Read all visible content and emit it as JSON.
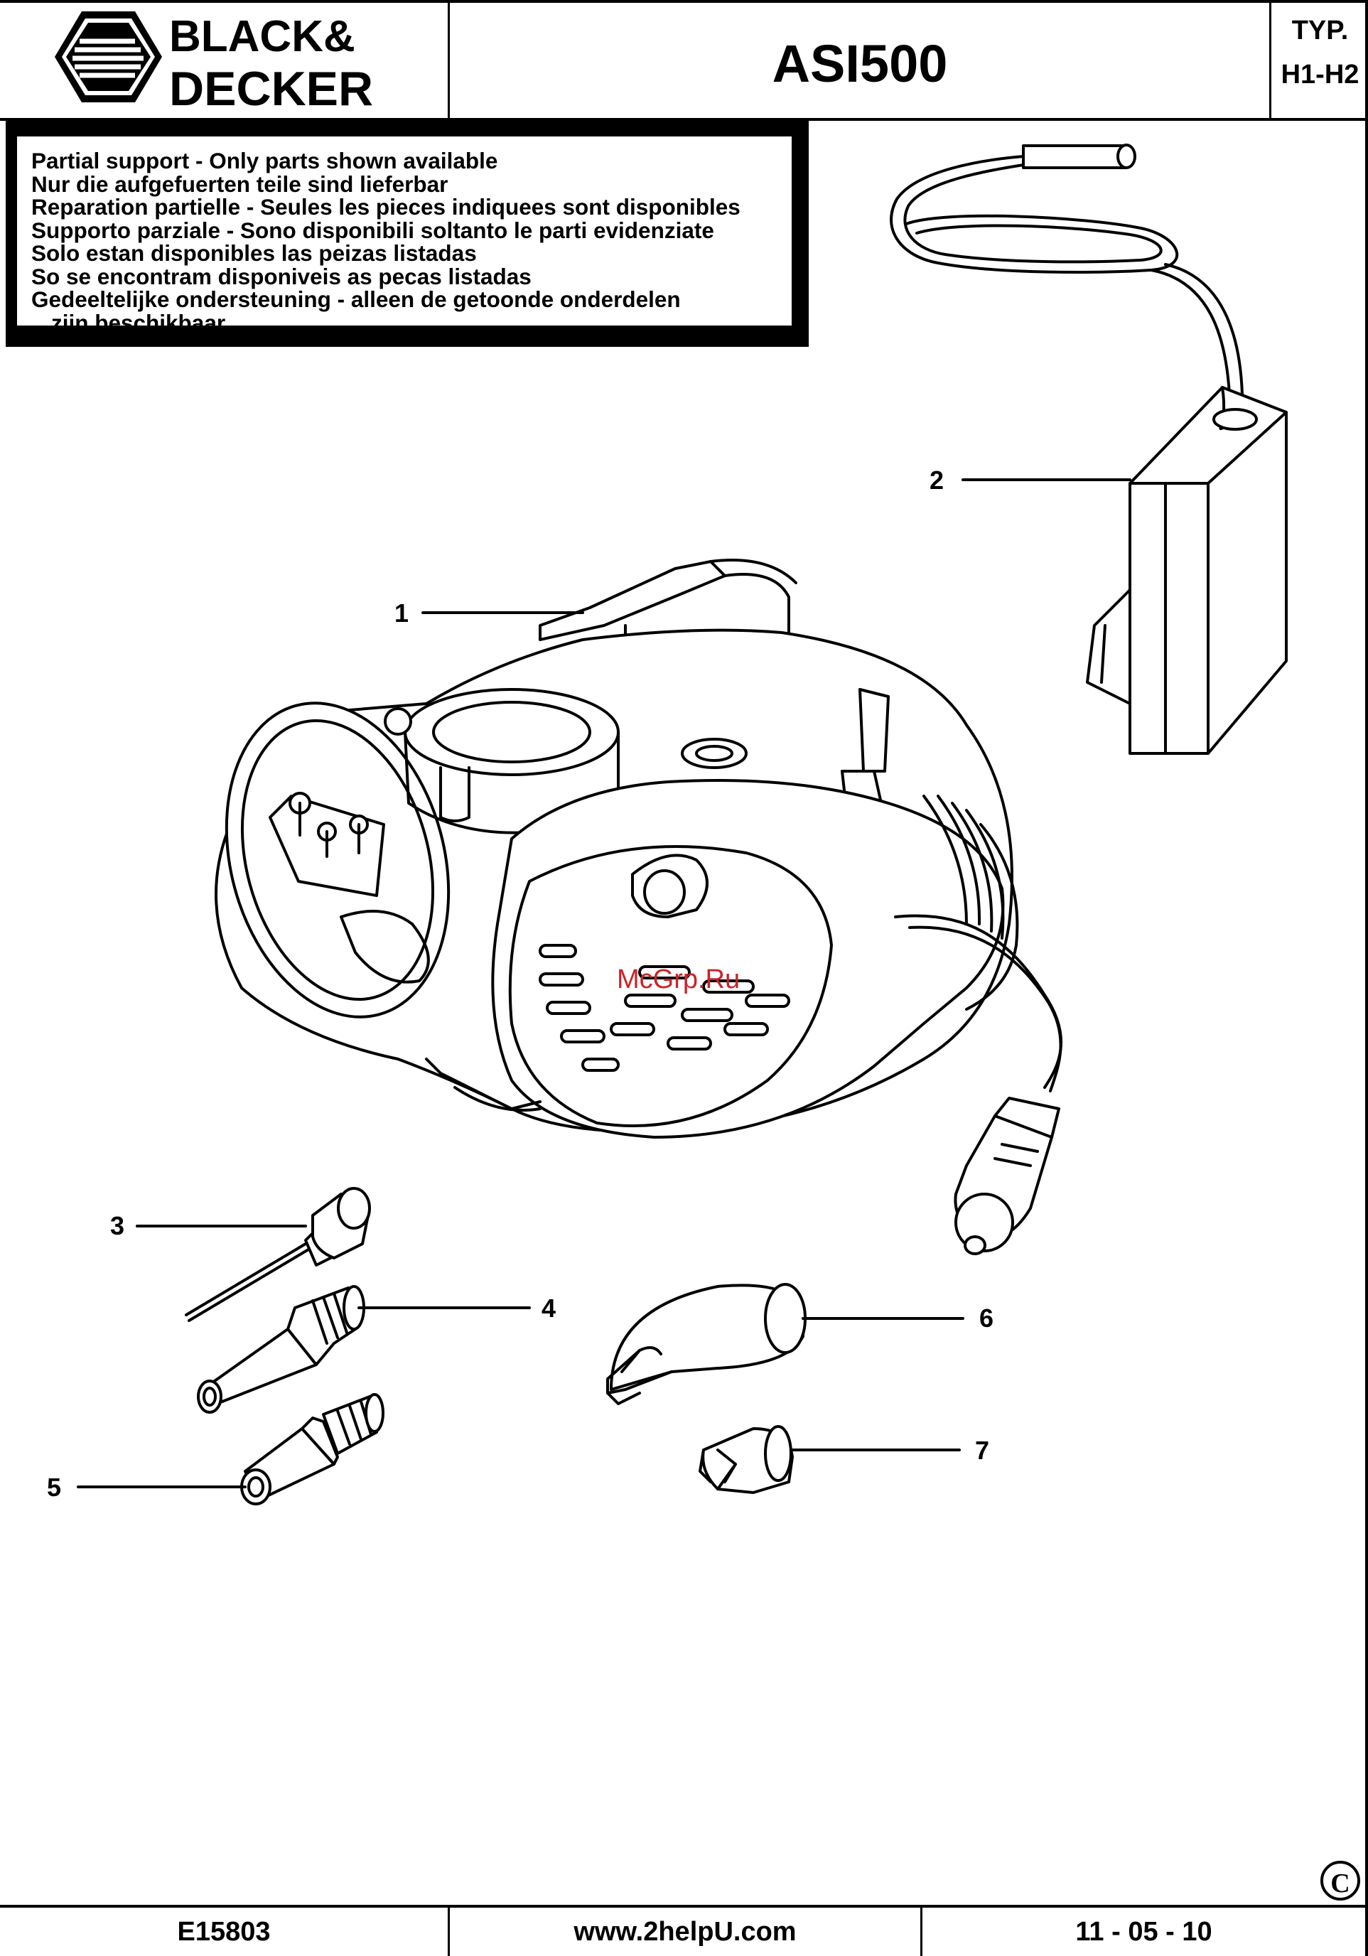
{
  "header": {
    "brand_line1": "BLACK&",
    "brand_line2": "DECKER",
    "model": "ASI500",
    "type_label": "TYP.",
    "type_value": "H1-H2"
  },
  "notice": {
    "lines": [
      "Partial support - Only parts shown available",
      "Nur die aufgefuerten teile sind lieferbar",
      "Reparation partielle - Seules les pieces indiquees sont disponibles",
      "Supporto parziale - Sono disponibili soltanto le parti evidenziate",
      "Solo estan disponibles las peizas listadas",
      "So se encontram disponiveis as pecas listadas",
      "Gedeeltelijke ondersteuning - alleen de getoonde onderdelen",
      "zijn beschikbaar"
    ]
  },
  "parts": [
    {
      "number": "1",
      "name": "compressor-body"
    },
    {
      "number": "2",
      "name": "power-adapter"
    },
    {
      "number": "3",
      "name": "needle-adapter"
    },
    {
      "number": "4",
      "name": "cone-nozzle-long"
    },
    {
      "number": "5",
      "name": "cone-nozzle-short"
    },
    {
      "number": "6",
      "name": "valve-adapter"
    },
    {
      "number": "7",
      "name": "valve-cap-adapter"
    }
  ],
  "watermark": "McGrp.Ru",
  "footer": {
    "code": "E15803",
    "url": "www.2helpU.com",
    "date": "11 - 05 - 10",
    "copyright": "C"
  }
}
